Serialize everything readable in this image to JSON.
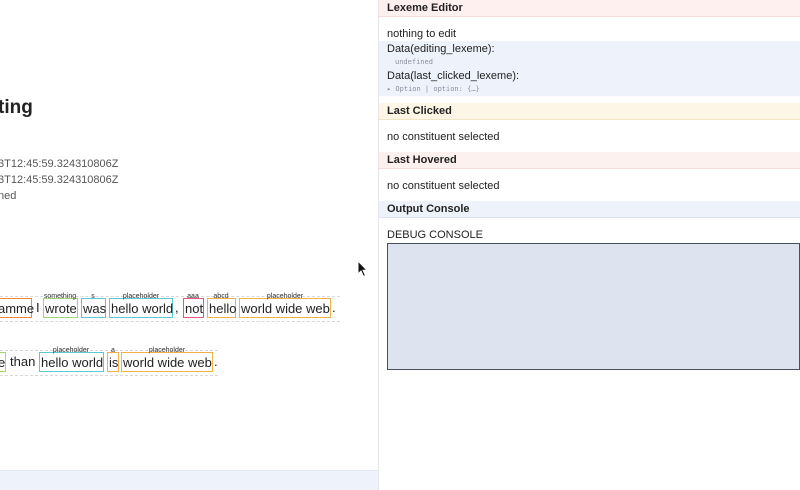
{
  "document": {
    "title_fragment": "ting",
    "meta": [
      "3T12:45:59.324310806Z",
      "3T12:45:59.324310806Z",
      "ned"
    ],
    "sentence1": [
      {
        "text": "amme",
        "color": "#f08a3a",
        "boxed": true,
        "label": ""
      },
      {
        "text": "I",
        "color": "",
        "boxed": false,
        "label": ""
      },
      {
        "text": "wrote",
        "color": "#9fd86a",
        "boxed": true,
        "label": "something"
      },
      {
        "text": "was",
        "color": "#59c9d4",
        "boxed": true,
        "label": "s"
      },
      {
        "text": "hello world",
        "color": "#59c9d4",
        "boxed": true,
        "label": "placeholder"
      },
      {
        "text": ",",
        "color": "",
        "boxed": false,
        "label": ""
      },
      {
        "text": "not",
        "color": "#e05a7a",
        "boxed": true,
        "label": "aaa"
      },
      {
        "text": "hello",
        "color": "#f0b04a",
        "boxed": true,
        "label": "abcd"
      },
      {
        "text": "world wide web",
        "color": "#f0b04a",
        "boxed": true,
        "label": "placeholder"
      },
      {
        "text": ".",
        "color": "",
        "boxed": false,
        "label": ""
      }
    ],
    "sentence2": [
      {
        "text": "e",
        "color": "#9fd86a",
        "boxed": true,
        "label": ""
      },
      {
        "text": "than",
        "color": "",
        "boxed": false,
        "label": ""
      },
      {
        "text": "hello world",
        "color": "#59c9d4",
        "boxed": true,
        "label": "placeholder"
      },
      {
        "text": "is",
        "color": "#f0b04a",
        "boxed": true,
        "label": "a"
      },
      {
        "text": "world wide web",
        "color": "#f0b04a",
        "boxed": true,
        "label": "placeholder"
      },
      {
        "text": ".",
        "color": "",
        "boxed": false,
        "label": ""
      }
    ]
  },
  "panels": {
    "lexeme_editor": {
      "title": "Lexeme Editor",
      "status": "nothing to edit",
      "editing_label": "Data(editing_lexeme):",
      "editing_value": "undefined",
      "last_clicked_label": "Data(last_clicked_lexeme):",
      "last_clicked_value": "▸ Option | option: {…}"
    },
    "last_clicked": {
      "title": "Last Clicked",
      "status": "no constituent selected"
    },
    "last_hovered": {
      "title": "Last Hovered",
      "status": "no constituent selected"
    },
    "output_console": {
      "title": "Output Console",
      "label": "DEBUG CONSOLE"
    }
  }
}
